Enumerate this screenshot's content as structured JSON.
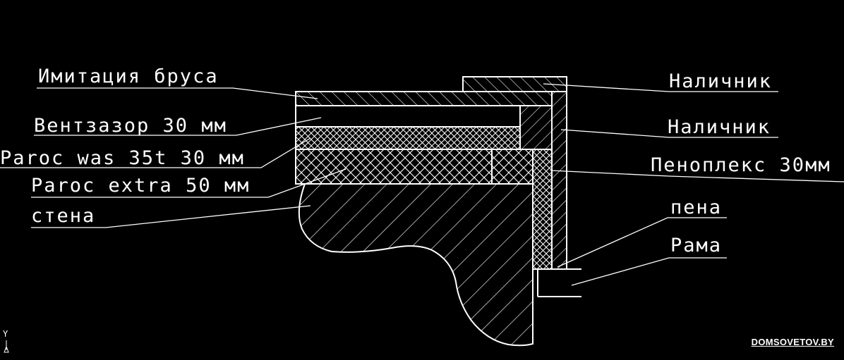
{
  "labels": {
    "imitation": "Имитация бруса",
    "vent_gap": "Вентзазор 30 мм",
    "paroc_was": "Paroc was 35t 30 мм",
    "paroc_extra": "Paroc extra 50 мм",
    "wall": "стена",
    "trim_1": "Наличник",
    "trim_2": "Наличник",
    "penoplex": "Пеноплекс 30мм",
    "foam": "пена",
    "frame": "Рама"
  },
  "ucs_axis": "Y",
  "watermark": "DOMSOVETOV.BY",
  "colors": {
    "background": "#000000",
    "lines": "#ffffff"
  }
}
